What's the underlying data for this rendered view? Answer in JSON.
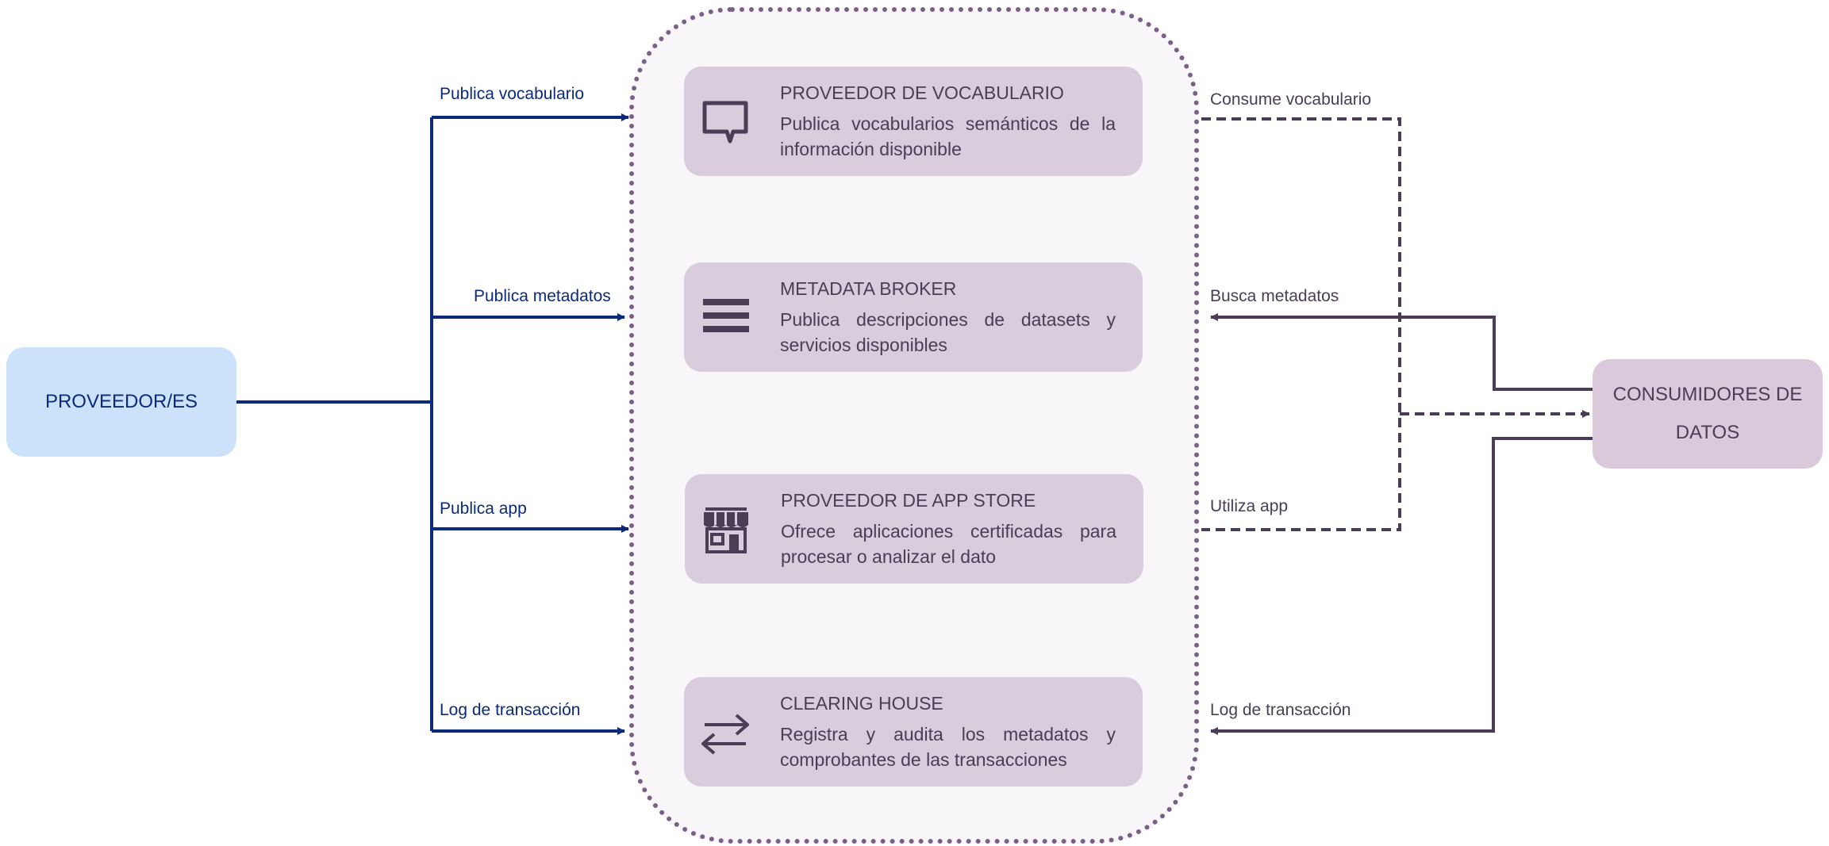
{
  "provider": {
    "label": "PROVEEDOR/ES"
  },
  "consumer": {
    "label_line1": "CONSUMIDORES DE",
    "label_line2": "DATOS"
  },
  "cards": [
    {
      "title": "PROVEEDOR DE VOCABULARIO",
      "desc": "Publica vocabularios semánticos de la información disponible",
      "icon": "chat-bubble-icon"
    },
    {
      "title": "METADATA BROKER",
      "desc": "Publica descripciones de datasets y servicios disponibles",
      "icon": "list-lines-icon"
    },
    {
      "title": "PROVEEDOR DE APP STORE",
      "desc": "Ofrece aplicaciones certificadas para procesar o analizar el dato",
      "icon": "storefront-icon"
    },
    {
      "title": "CLEARING HOUSE",
      "desc": "Registra y audita los metadatos y comprobantes de las transacciones",
      "icon": "exchange-arrows-icon"
    }
  ],
  "left_labels": [
    "Publica vocabulario",
    "Publica metadatos",
    "Publica app",
    "Log de transacción"
  ],
  "right_labels": [
    "Consume vocabulario",
    "Busca metadatos",
    "Utiliza app",
    "Log de transacción"
  ],
  "colors": {
    "provider_blue": "#0b2a7a",
    "provider_box": "#cce2fb",
    "purple_dark": "#4a3d55",
    "card_fill": "#d9ccdc",
    "container_border": "#7a5f86"
  }
}
